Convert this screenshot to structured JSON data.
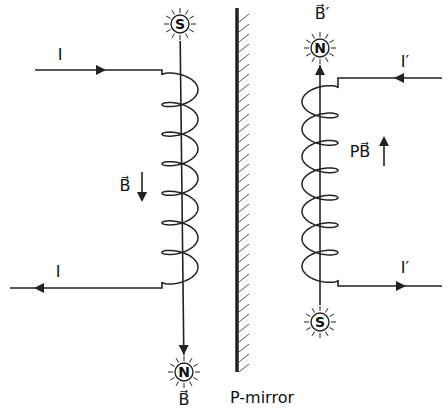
{
  "diagram": {
    "nodes": [
      {
        "text": [
          "S"
        ]
      },
      {
        "text": [
          "N"
        ]
      },
      {
        "text": [
          "N"
        ]
      },
      {
        "text": [
          "S"
        ]
      }
    ],
    "edges": [
      {
        "from": 0,
        "to": 2,
        "arrow": "to"
      },
      {
        "from": 3,
        "to": 1,
        "arrow": "to"
      }
    ],
    "labels": [
      "I",
      "B⃗",
      "I",
      "B⃗",
      "P-mirror",
      "B⃗′",
      "I′",
      "PB⃗",
      "I′"
    ]
  }
}
